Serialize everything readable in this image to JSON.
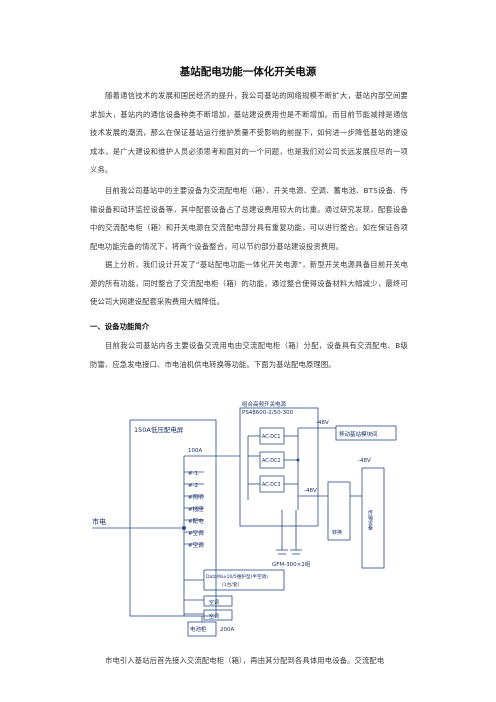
{
  "document": {
    "title": "基站配电功能一体化开关电源",
    "paragraphs": [
      "随着通信技术的发展和国民经济的提升，我公司基站的网络规模不断扩大，基站内部空间要求加大，基站内的通信设备种类不断增加，基站建设费用也是不断增加。而目前节能减排是通信技术发展的潮流，那么在保证基站运行维护质量不受影响的前提下，如何进一步降低基站的建设成本，是广大建设和维护人员必须思考和面对的一个问题，也是我们对公司长远发展应尽的一项义务。",
      "目前我公司基站中的主要设备为交流配电柜（箱）、开关电源、空调、蓄电池、BTS设备、传输设备和动环监控设备等，其中配套设备占了总建设费用较大的比重。通过研究发现，配套设备中的交流配电柜（箱）和开关电源在交流配电部分具有重复功能，可以进行整合。如在保证各项配电功能完备的情况下，将两个设备整合，可以节约部分基站建设投资费用。",
      "据上分析，我们设计开发了“基站配电功能一体化开关电源”，新型开关电源具备目前开关电源的所有功能，同时整合了交流配电柜（箱）的功能，通过整合使得设备材料大幅减少，最终可使公司大网建设配套采购费用大幅降低。"
    ],
    "section1_heading": "一、设备功能简介",
    "section1_paragraph": "目前我公司基站内各主要设备交流用电由交流配电柜（箱）分配，设备具有交流配电、B级防雷、应急发电接口、市电油机供电转换等功能。下面为基站配电原理图。",
    "bottom_paragraph": "市电引入基站后首先接入交流配电柜（箱），再由其分配到各具体用电设备。交流配电"
  },
  "diagram": {
    "panel_title": "150A低压配电屏",
    "rectifier_label_line1": "组合高频开关电源",
    "rectifier_label_line2": "PS48600-2/50-300",
    "left_breaker": "100A",
    "branch_labels": [
      "#-1",
      "#-2",
      "#照明",
      "#插座",
      "#配电",
      "#空调",
      "#空调"
    ],
    "mains_label": "市电",
    "battery_cabinet": "电池柜",
    "battery_breaker": "200A",
    "vendor_line1": "DataMax10/5维护型(半空调)",
    "vendor_line2": "(1台/套)",
    "box1": "空调",
    "box2": "空调",
    "module_labels": [
      "AC-DC1",
      "AC-DC2",
      "AC-DC3"
    ],
    "v48_top": "-48V",
    "v48_right": "-48V",
    "v48_mid": "-48V",
    "bts_label": "移动基站模块间",
    "transmission_label": "传输设备",
    "dc_dc_label": "转换",
    "battery_group": "GFM-300×2组"
  },
  "colors": {
    "line": "#2a4a8a",
    "text": "#3a3a3a",
    "diagram_text": "#1f2f6a"
  }
}
